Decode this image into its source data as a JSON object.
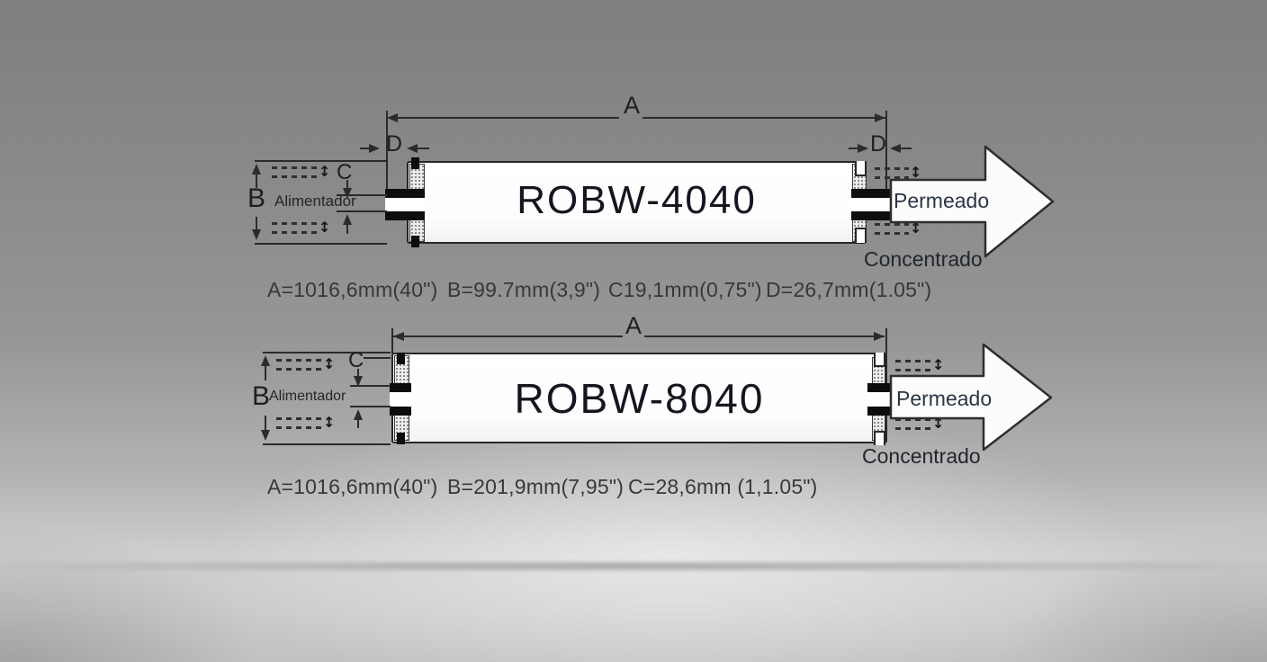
{
  "colors": {
    "background_wall": "#8a8a8a",
    "background_floor": "#d0d0d0",
    "line": "#2b2b2b",
    "vessel_fill": "#ffffff",
    "model_text": "#14161f",
    "permeate_text": "#2b3544"
  },
  "icons": {
    "updown_arrow": "↕"
  },
  "diagrams": [
    {
      "model": "ROBW-4040",
      "letters": {
        "a": "A",
        "b": "B",
        "c": "C",
        "d": "D"
      },
      "labels": {
        "feed": "Alimentador",
        "permeate": "Permeado",
        "concentrate": "Concentrado"
      },
      "dimensions": {
        "a": "A=1016,6mm(40\")",
        "b": "B=99.7mm(3,9\")",
        "c": "C19,1mm(0,75\")",
        "d": "D=26,7mm(1.05\")"
      }
    },
    {
      "model": "ROBW-8040",
      "letters": {
        "a": "A",
        "b": "B",
        "c": "C"
      },
      "labels": {
        "feed": "Alimentador",
        "permeate": "Permeado",
        "concentrate": "Concentrado"
      },
      "dimensions": {
        "a": "A=1016,6mm(40\")",
        "b": "B=201,9mm(7,95\")",
        "c": "C=28,6mm (1,1.05\")"
      }
    }
  ]
}
